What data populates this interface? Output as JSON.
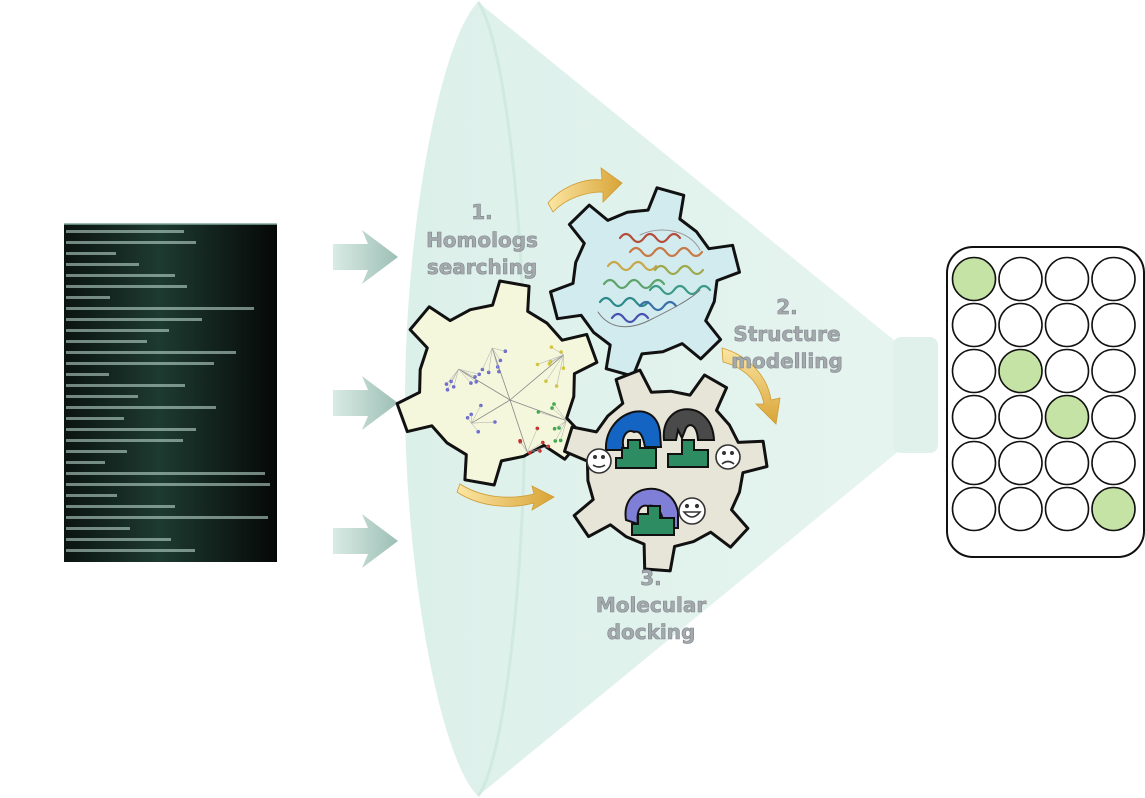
{
  "steps": [
    {
      "number": "1.",
      "line1": "Homologs",
      "line2": "searching"
    },
    {
      "number": "2.",
      "line1": "Structure",
      "line2": "modelling"
    },
    {
      "number": "3.",
      "line1": "Molecular",
      "line2": "docking"
    }
  ],
  "plate": {
    "rows": 6,
    "cols": 4,
    "hits": [
      [
        0,
        0
      ],
      [
        2,
        1
      ],
      [
        3,
        2
      ],
      [
        5,
        3
      ]
    ],
    "hit_color": "#c6e3a6",
    "empty_color": "#ffffff"
  },
  "colors": {
    "funnel": "#e2f3ee",
    "gear_tree": "#f4f7dc",
    "gear_structure": "#d2ebef",
    "gear_docking": "#e7e5d8",
    "arrow_gold": "#e7b64c",
    "input_arrow": "#9fc2b8",
    "sequence_bg": "#0d1512",
    "sequence_text": "#c8e6dc"
  },
  "icons": {
    "input_arrow": "chevron-arrow-icon",
    "cycle_arrow": "curved-arrow-icon",
    "happy": "smiley-happy-icon",
    "neutral": "smiley-neutral-icon",
    "sad": "smiley-sad-icon"
  }
}
